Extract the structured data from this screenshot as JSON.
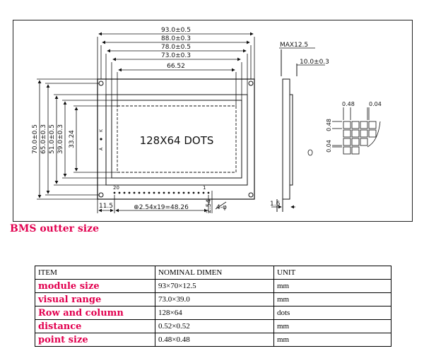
{
  "drawing": {
    "dim_widths": [
      "93.0±0.5",
      "88.0±0.3",
      "78.0±0.5",
      "73.0±0.3",
      "66.52"
    ],
    "dim_heights": [
      "70.0±0.5",
      "65.0±0.3",
      "51.0±0.5",
      "39.0±0.3",
      "33.24"
    ],
    "display_text": "128X64 DOTS",
    "pin_20": "20",
    "pin_1": "1",
    "dim_left_offset": "11.5",
    "dim_pins": "⊕2.54x19=48.26",
    "dim_pin_pitch": "2.54",
    "dim_hole": "4-φ",
    "dim_max": "MAX12.5",
    "dim_depth": "10.0±0.3",
    "dim_thickness": "1.6",
    "dot_size_1": "0.48",
    "dot_size_2": "0.04",
    "dot_size_3": "0.48",
    "dot_size_4": "0.04",
    "side_k": "K",
    "side_a": "A"
  },
  "caption": "BMS outter size",
  "table": {
    "headers": [
      "ITEM",
      "NOMINAL DIMEN",
      "UNIT"
    ],
    "rows": [
      {
        "item": "module size",
        "value": "93×70×12.5",
        "unit": "mm"
      },
      {
        "item": "visual range",
        "value": "73.0×39.0",
        "unit": "mm"
      },
      {
        "item": "Row and column",
        "value": "128×64",
        "unit": "dots"
      },
      {
        "item": "distance",
        "value": "0.52×0.52",
        "unit": "mm"
      },
      {
        "item": "point size",
        "value": "0.48×0.48",
        "unit": "mm"
      }
    ]
  }
}
